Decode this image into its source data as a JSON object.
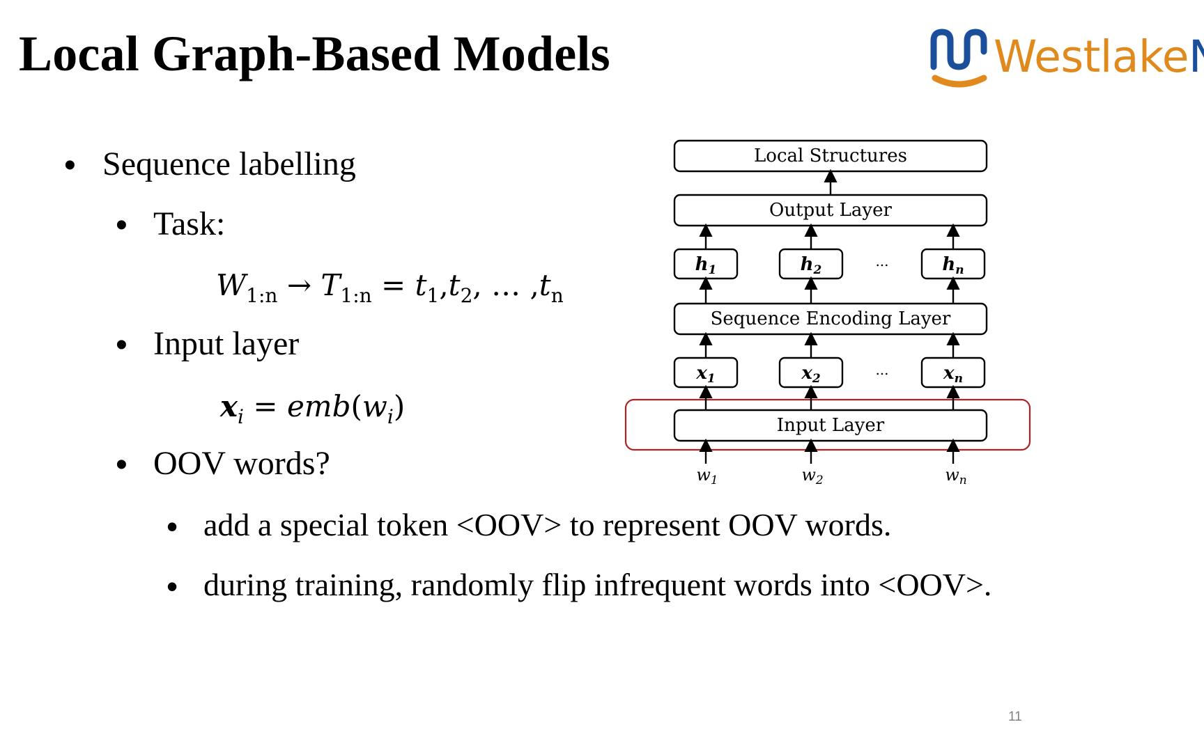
{
  "slide": {
    "title": "Local Graph-Based Models",
    "page_number": "11"
  },
  "logo": {
    "brand_colors": {
      "orange": "#e08a1e",
      "blue": "#1b4f9c"
    },
    "text_main": "Westlake",
    "text_tail": "N"
  },
  "content": {
    "bullet_1": "Sequence labelling",
    "bullet_1_1": "Task:",
    "task_formula": {
      "W": "W",
      "W_sub": "1:n",
      "arrow": "→",
      "T": "T",
      "T_sub": "1:n",
      "eq": "=",
      "t1": "t",
      "t1_sub": "1",
      "sep1": ",",
      "t2": "t",
      "t2_sub": "2",
      "sep2": ", … ,",
      "tn": "t",
      "tn_sub": "n"
    },
    "bullet_1_2": "Input layer",
    "input_formula": {
      "x": "x",
      "x_sub": "i",
      "eq": "=",
      "emb": "emb",
      "open": "(",
      "w": "w",
      "w_sub": "i",
      "close": ")"
    },
    "bullet_1_3": "OOV words?",
    "bullet_1_3_1": "add a special token <OOV> to represent OOV words.",
    "bullet_1_3_2": "during training, randomly flip infrequent words into <OOV>."
  },
  "diagram": {
    "highlight_color": "#b22222",
    "local_structures": "Local Structures",
    "output_layer": "Output Layer",
    "sequence_encoding_layer": "Sequence Encoding Layer",
    "input_layer": "Input Layer",
    "dots": "...",
    "h": {
      "base": "h",
      "s1": "1",
      "s2": "2",
      "sn": "n"
    },
    "x": {
      "base": "x",
      "s1": "1",
      "s2": "2",
      "sn": "n"
    },
    "w": {
      "base": "w",
      "s1": "1",
      "s2": "2",
      "sn": "n"
    }
  }
}
